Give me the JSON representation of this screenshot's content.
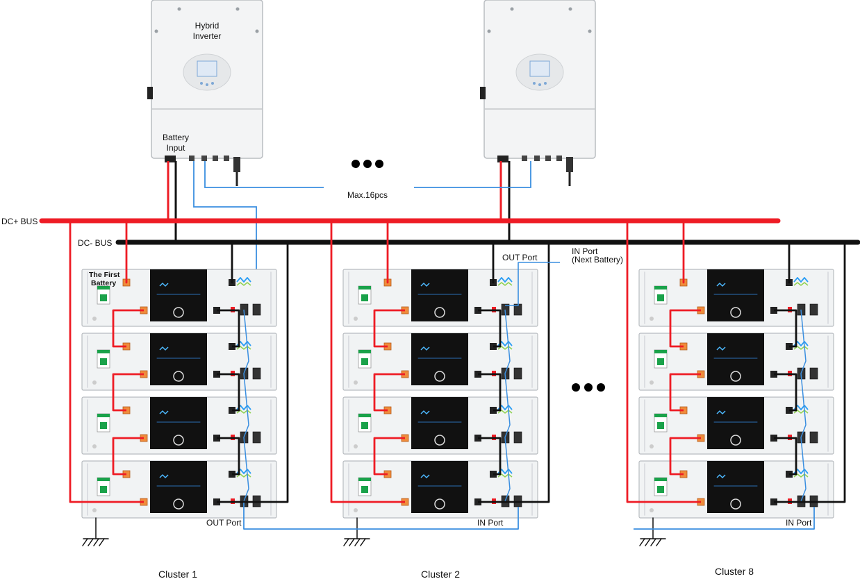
{
  "inverters": [
    {
      "title_line1": "Hybrid",
      "title_line2": "Inverter",
      "port_line1": "Battery",
      "port_line2": "Input"
    },
    {
      "title_line1": "",
      "title_line2": "",
      "port_line1": "",
      "port_line2": ""
    }
  ],
  "max_label": "Max.16pcs",
  "buses": {
    "dc_plus": "DC+  BUS",
    "dc_minus": "DC-  BUS"
  },
  "first_battery_line1": "The First",
  "first_battery_line2": "Battery",
  "port_labels": {
    "out_port_cluster1": "OUT Port",
    "in_port_cluster2": "IN Port",
    "out_port_cluster2": "OUT Port",
    "in_port_next_line1": "IN  Port",
    "in_port_next_line2": "(Next Battery)",
    "in_port_cluster8": "IN Port"
  },
  "clusters": [
    {
      "label": "Cluster 1"
    },
    {
      "label": "Cluster 2"
    },
    {
      "label": "Cluster 8"
    }
  ],
  "colors": {
    "positive": "#ee1c25",
    "negative": "#111111",
    "comm": "#3b8fe0",
    "terminal": "#f08c3c",
    "screen": "#111111",
    "case": "#f1f3f4"
  }
}
